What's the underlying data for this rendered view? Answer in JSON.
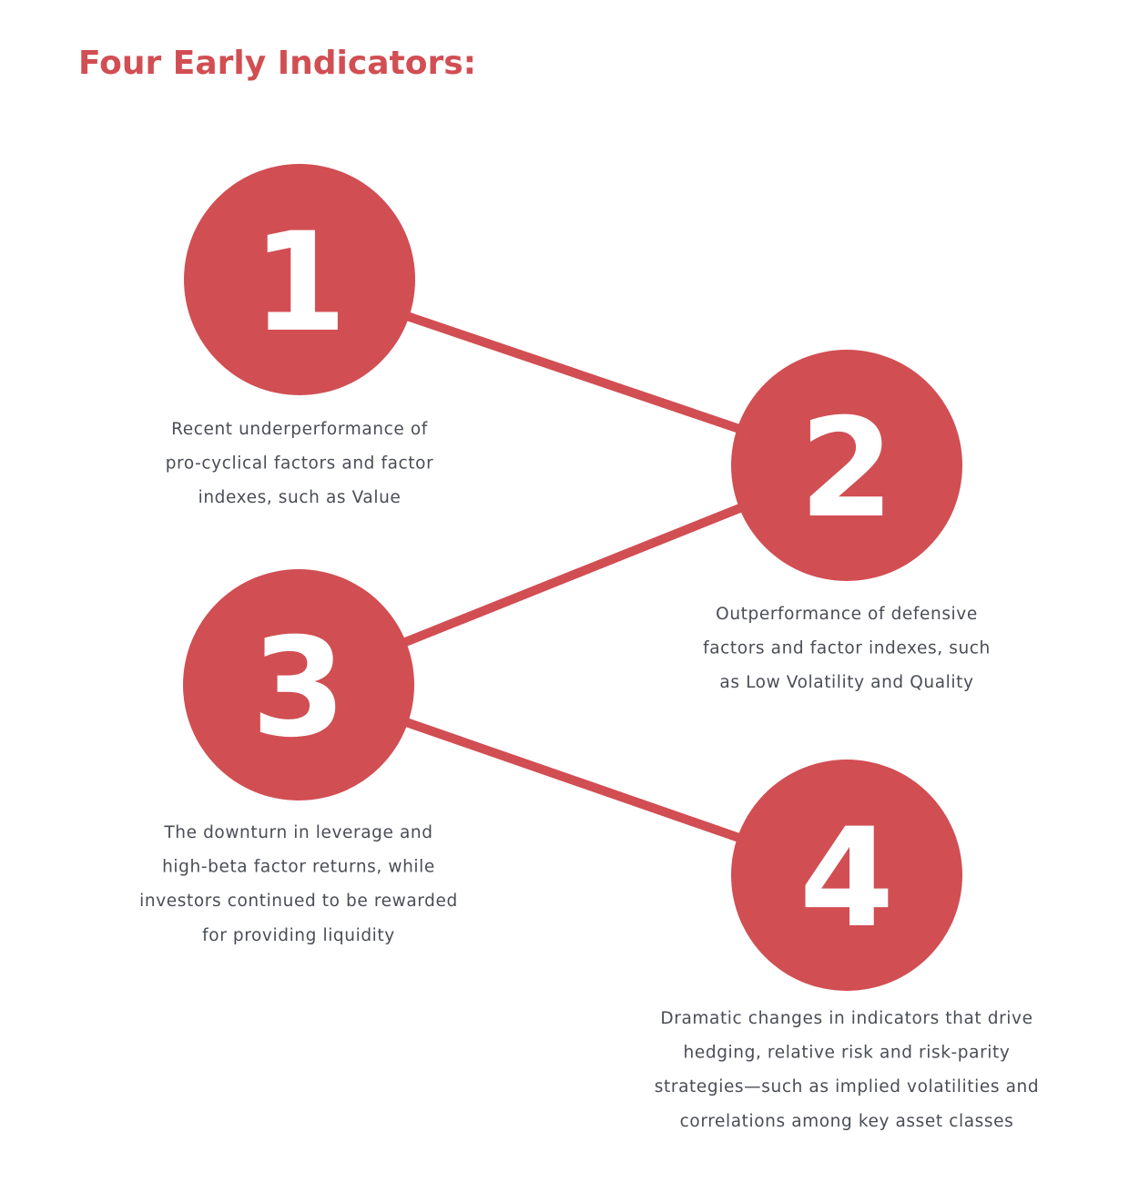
{
  "title": "Four Early Indicators:",
  "colors": {
    "accent": "#d14e53",
    "text": "#4a4d55",
    "background": "#ffffff"
  },
  "indicators": [
    {
      "number": "1",
      "lines": [
        "Recent underperformance of",
        "pro-cyclical factors and factor",
        "indexes, such as Value"
      ]
    },
    {
      "number": "2",
      "lines": [
        "Outperformance of defensive",
        "factors and factor indexes, such",
        "as Low Volatility and Quality"
      ]
    },
    {
      "number": "3",
      "lines": [
        "The downturn in leverage and",
        "high-beta factor returns, while",
        "investors continued to be rewarded",
        "for providing liquidity"
      ]
    },
    {
      "number": "4",
      "lines": [
        "Dramatic changes in indicators that drive",
        "hedging, relative risk and risk-parity",
        "strategies—such as implied volatilities and",
        "correlations among key asset classes"
      ]
    }
  ]
}
